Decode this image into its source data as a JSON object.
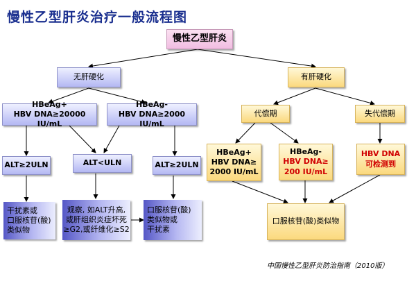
{
  "title": "慢性乙型肝炎治疗一般流程图",
  "root": "慢性乙型肝炎",
  "no_cirrhosis": {
    "label": "无肝硬化",
    "hbeag_pos": "HBeAg+\nHBV DNA≥20000 IU/mL",
    "hbeag_neg": "HBeAg-\nHBV DNA≥2000 IU/mL",
    "alt_high_left": "ALT≥2ULN",
    "alt_low": "ALT<ULN",
    "alt_high_right": "ALT≥2ULN",
    "treatment_left": "干扰素或\n口服核苷(酸)\n类似物",
    "treatment_middle": "观察, 如ALT升高,\n或肝组织炎症坏死\n≥G2,或纤维化≥S2",
    "treatment_right": "口服核苷(酸)\n类似物或\n干扰素"
  },
  "cirrhosis": {
    "label": "有肝硬化",
    "compensated": "代偿期",
    "decompensated": "失代偿期",
    "comp_pos": "HBeAg+\nHBV DNA≥\n2000 IU/mL",
    "comp_neg_line1": "HBeAg-",
    "comp_neg_line2": "HBV DNA≥\n200 IU/mL",
    "decomp_detect": "HBV DNA\n可检测到",
    "treatment": "口服核苷(酸)类似物"
  },
  "footnote": "中国慢性乙型肝炎防治指南（2010版）",
  "colors": {
    "title": "#1a2f8f",
    "emphasis_red": "#d00000",
    "root_fill": "#f1bde2",
    "no_cirrhosis_fill": "#b4b8f3",
    "cirrhosis_fill": "#fbd97e",
    "arrow": "#000000"
  }
}
